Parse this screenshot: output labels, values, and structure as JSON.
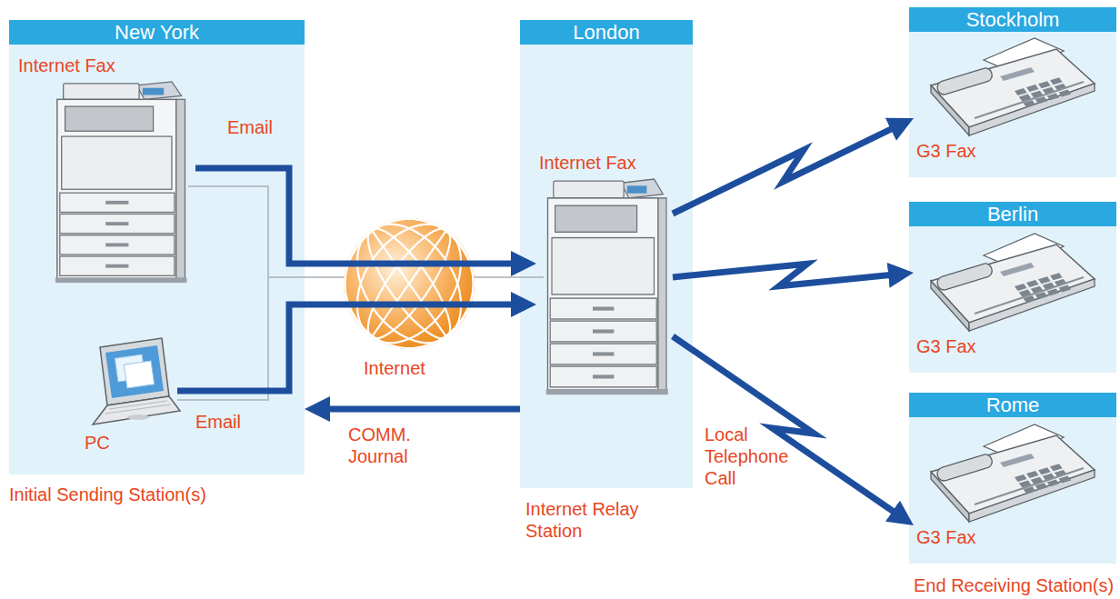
{
  "diagram": {
    "nodes": [
      {
        "text": [
          "New York"
        ]
      },
      {
        "text": [
          "Internet Fax"
        ],
        "in": 0
      },
      {
        "text": [
          "PC"
        ],
        "in": 0
      },
      {
        "text": [
          "Internet"
        ]
      },
      {
        "text": [
          "London"
        ]
      },
      {
        "text": [
          "Internet Fax"
        ],
        "in": 4
      },
      {
        "text": [
          "Stockholm"
        ]
      },
      {
        "text": [
          "G3 Fax"
        ],
        "in": 6
      },
      {
        "text": [
          "Berlin"
        ]
      },
      {
        "text": [
          "G3 Fax"
        ],
        "in": 8
      },
      {
        "text": [
          "Rome"
        ]
      },
      {
        "text": [
          "G3 Fax"
        ],
        "in": 10
      }
    ],
    "edges": [
      {
        "from": 1,
        "to": 5,
        "label": "Email",
        "arrow": "to"
      },
      {
        "from": 2,
        "to": 5,
        "label": "Email",
        "arrow": "to"
      },
      {
        "from": 4,
        "to": 0,
        "label": "COMM. Journal",
        "arrow": "to"
      },
      {
        "from": 5,
        "to": 7,
        "arrow": "to"
      },
      {
        "from": 5,
        "to": 9,
        "arrow": "to"
      },
      {
        "from": 5,
        "to": 11,
        "label": "Local Telephone Call",
        "arrow": "to"
      }
    ],
    "labels": [
      "Initial Sending Station(s)",
      "Internet Relay Station",
      "End Receiving Station(s)"
    ]
  }
}
